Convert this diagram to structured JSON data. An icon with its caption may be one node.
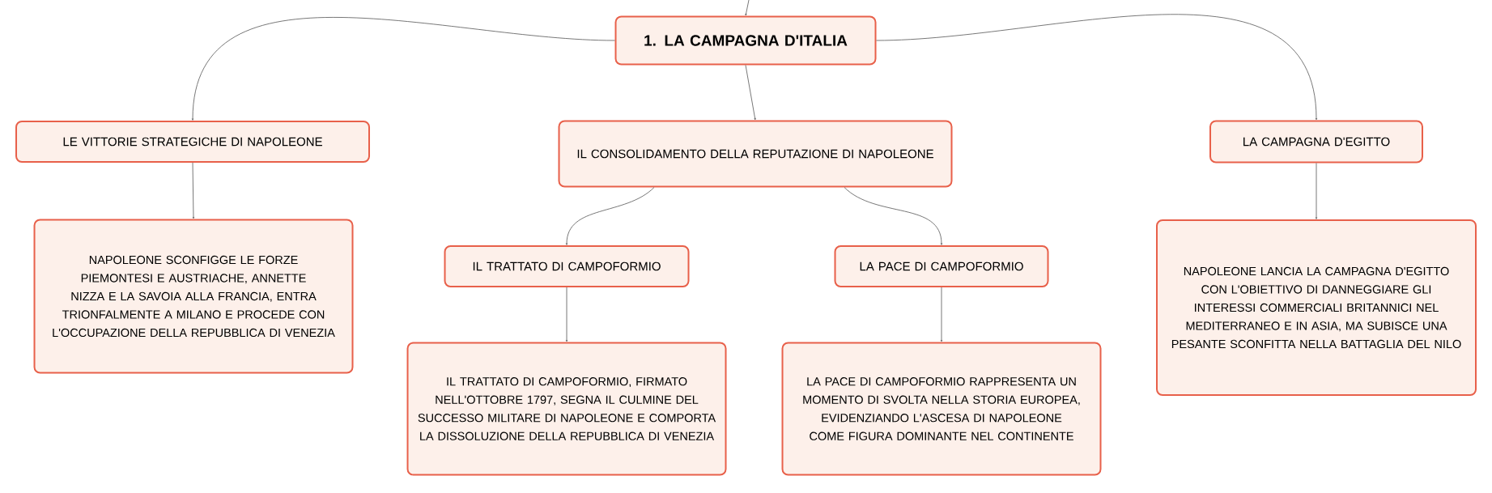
{
  "diagram": {
    "nodes": [
      {
        "text": [
          "1. LA CAMPAGNA D'ITALIA"
        ]
      },
      {
        "text": [
          "LE VITTORIE STRATEGICHE DI NAPOLEONE"
        ]
      },
      {
        "text": [
          "IL CONSOLIDAMENTO DELLA REPUTAZIONE DI NAPOLEONE"
        ]
      },
      {
        "text": [
          "LA CAMPAGNA D'EGITTO"
        ]
      },
      {
        "text": [
          "NAPOLEONE SCONFIGGE LE FORZE PIEMONTESI E AUSTRIACHE, ANNETTE NIZZA E LA SAVOIA ALLA FRANCIA, ENTRA TRIONFALMENTE A MILANO E PROCEDE CON L'OCCUPAZIONE DELLA REPUBBLICA DI VENEZIA"
        ]
      },
      {
        "text": [
          "IL TRATTATO DI CAMPOFORMIO"
        ]
      },
      {
        "text": [
          "LA PACE DI CAMPOFORMIO"
        ]
      },
      {
        "text": [
          "IL TRATTATO DI CAMPOFORMIO, FIRMATO NELL'OTTOBRE 1797, SEGNA IL CULMINE DEL SUCCESSO MILITARE DI NAPOLEONE E COMPORTA LA DISSOLUZIONE DELLA REPUBBLICA DI VENEZIA"
        ]
      },
      {
        "text": [
          "LA PACE DI CAMPOFORMIO RAPPRESENTA UN MOMENTO DI SVOLTA NELLA STORIA EUROPEA, EVIDENZIANDO L'ASCESA DI NAPOLEONE COME FIGURA DOMINANTE NEL CONTINENTE"
        ]
      },
      {
        "text": [
          "NAPOLEONE LANCIA LA CAMPAGNA D'EGITTO CON L'OBIETTIVO DI DANNEGGIARE GLI INTERESSI COMMERCIALI BRITANNICI NEL MEDITERRANEO E IN ASIA, MA SUBISCE UNA PESANTE SCONFITTA NELLA BATTAGLIA DEL NILO"
        ]
      }
    ],
    "edges": [
      {
        "from": null,
        "to": 0,
        "arrow": "to"
      },
      {
        "from": 0,
        "to": 1,
        "arrow": "to"
      },
      {
        "from": 0,
        "to": 2,
        "arrow": "to"
      },
      {
        "from": 0,
        "to": 3,
        "arrow": "to"
      },
      {
        "from": 1,
        "to": 4,
        "arrow": "to"
      },
      {
        "from": 2,
        "to": 5,
        "arrow": "to"
      },
      {
        "from": 2,
        "to": 6,
        "arrow": "to"
      },
      {
        "from": 5,
        "to": 7,
        "arrow": "to"
      },
      {
        "from": 6,
        "to": 8,
        "arrow": "to"
      },
      {
        "from": 3,
        "to": 9,
        "arrow": "to"
      }
    ]
  }
}
